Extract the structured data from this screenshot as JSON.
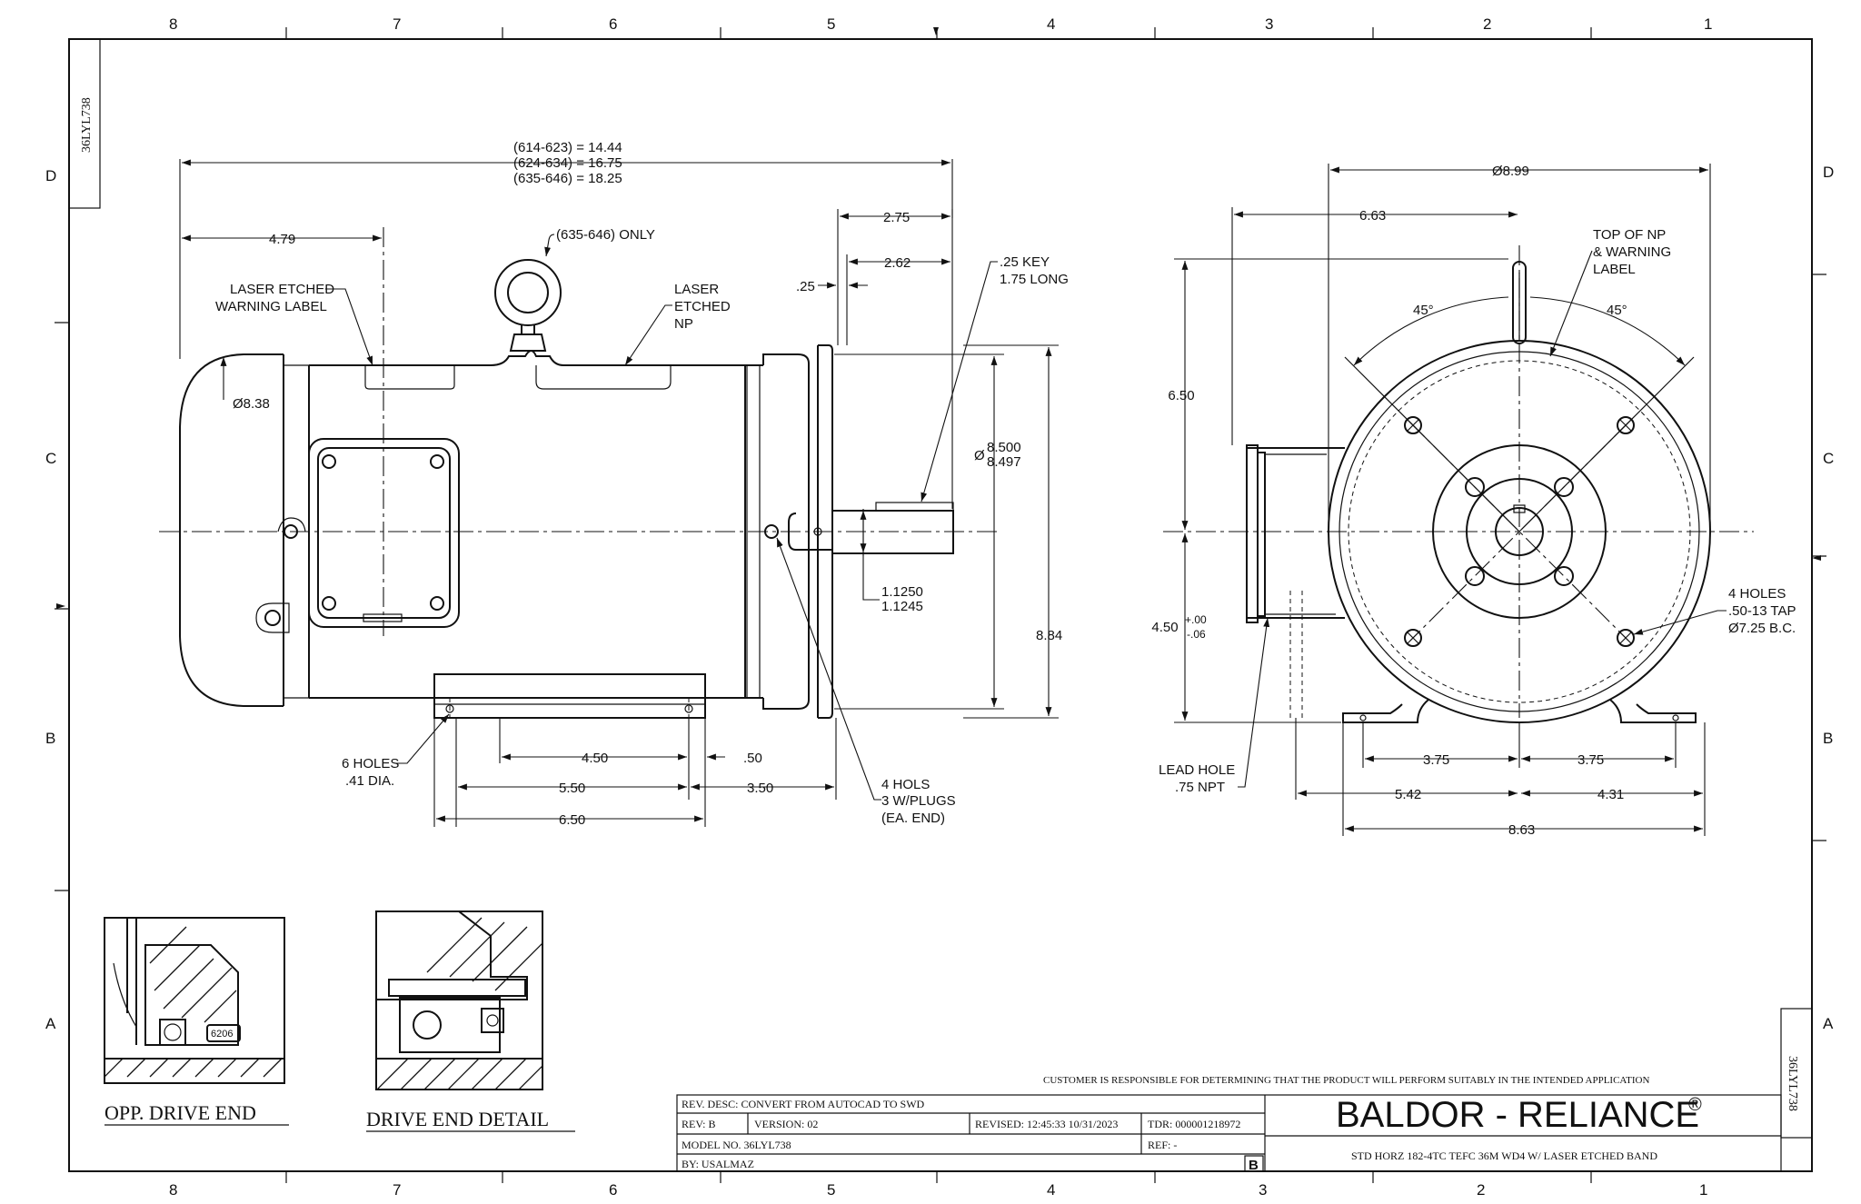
{
  "drawing_number": "36LYL738",
  "zones": {
    "top": [
      "8",
      "7",
      "6",
      "5",
      "4",
      "3",
      "2",
      "1"
    ],
    "bottom": [
      "8",
      "7",
      "6",
      "5",
      "4",
      "3",
      "2",
      "1"
    ],
    "left": [
      "D",
      "C",
      "B",
      "A"
    ],
    "right": [
      "D",
      "C",
      "B",
      "A"
    ]
  },
  "side_view": {
    "overall_1": "(614-623) = 14.44",
    "overall_2": "(624-634) = 16.75",
    "overall_3": "(635-646) = 18.25",
    "d_479": "4.79",
    "eyebolt_note": "(635-646) ONLY",
    "laser_label_1": "LASER ETCHED",
    "laser_label_2": "WARNING LABEL",
    "laser_np_1": "LASER",
    "laser_np_2": "ETCHED",
    "laser_np_3": "NP",
    "d_275": "2.75",
    "d_262": "2.62",
    "d_25": ".25",
    "key_1": ".25 KEY",
    "key_2": "1.75 LONG",
    "dia_838": "Ø8.38",
    "pilot_a": "8.500",
    "pilot_b": "8.497",
    "pilot_dia": "Ø",
    "shaft_a": "1.1250",
    "shaft_b": "1.1245",
    "d_884": "8.84",
    "holes_1": "6 HOLES",
    "holes_2": ".41 DIA.",
    "d_450": "4.50",
    "d_50": ".50",
    "d_550": "5.50",
    "d_350": "3.50",
    "d_650": "6.50",
    "plugs_1": "4 HOLS",
    "plugs_2": "3 W/PLUGS",
    "plugs_3": "(EA. END)"
  },
  "end_view": {
    "d_899": "Ø8.99",
    "d_663": "6.63",
    "top_np_1": "TOP OF NP",
    "top_np_2": "& WARNING",
    "top_np_3": "LABEL",
    "angle_l": "45°",
    "angle_r": "45°",
    "d_650": "6.50",
    "d_450": "4.50",
    "tol_plus": "+.00",
    "tol_minus": "-.06",
    "holes_1": "4 HOLES",
    "holes_2": ".50-13 TAP",
    "holes_3": "Ø7.25 B.C.",
    "lead_1": "LEAD HOLE",
    "lead_2": ".75 NPT",
    "d_375_l": "3.75",
    "d_375_r": "3.75",
    "d_542": "5.42",
    "d_431": "4.31",
    "d_863": "8.63"
  },
  "details": {
    "opp_label": "OPP.  DRIVE  END",
    "drive_label": "DRIVE  END  DETAIL",
    "bearing_tag": "6206"
  },
  "title_block": {
    "disclaimer": "CUSTOMER IS RESPONSIBLE FOR DETERMINING THAT THE PRODUCT WILL PERFORM SUITABLY IN THE INTENDED APPLICATION",
    "rev_desc": "REV. DESC: CONVERT FROM AUTOCAD TO SWD",
    "rev": "REV:  B",
    "version": "VERSION:  02",
    "revised": "REVISED:  12:45:33 10/31/2023",
    "tdr": "TDR: 000001218972",
    "model": "MODEL NO.  36LYL738",
    "ref": "REF:  -",
    "by": "BY: USALMAZ",
    "rev_letter": "B",
    "brand": "BALDOR - RELIANCE",
    "brand_mark": "®",
    "description": "STD HORZ 182-4TC TEFC 36M WD4 W/ LASER ETCHED BAND"
  }
}
